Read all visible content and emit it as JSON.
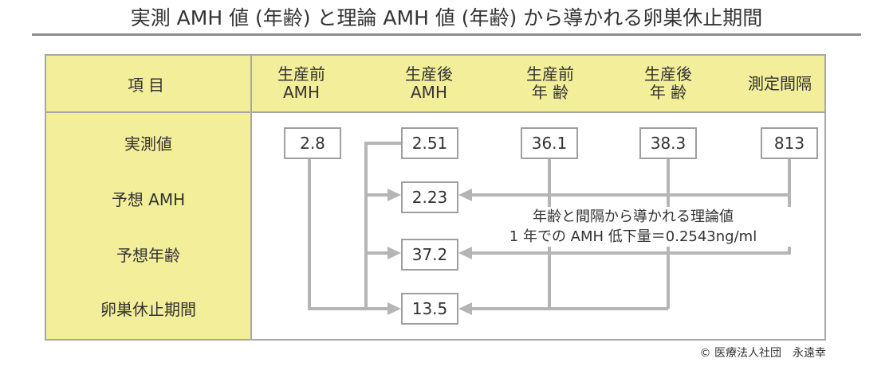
{
  "title": "実測 AMH 値 (年齢) と理論 AMH 値 (年齢) から導かれる卵巣休止期間",
  "header": {
    "item": "項目",
    "pre_amh": [
      "生産前",
      "AMH"
    ],
    "post_amh": [
      "生産後",
      "AMH"
    ],
    "pre_age": [
      "生産前",
      "年 齢"
    ],
    "post_age": [
      "生産後",
      "年 齢"
    ],
    "interval": "測定間隔"
  },
  "rows": {
    "measured": "実測値",
    "predicted_amh": "予想 AMH",
    "predicted_age": "予想年齢",
    "rest_period": "卵巣休止期間"
  },
  "values": {
    "pre_amh": "2.8",
    "post_amh": "2.51",
    "pre_age": "36.1",
    "post_age": "38.3",
    "interval": "813",
    "predicted_amh": "2.23",
    "predicted_age": "37.2",
    "rest_period": "13.5"
  },
  "note": [
    "年齢と間隔から導かれる理論値",
    "1 年での AMH 低下量＝0.2543ng/ml"
  ],
  "copyright": "© 医療法人社団　永遠幸",
  "colors": {
    "header_fill": "#f2ee99",
    "border": "#a7a7a7",
    "arrow": "#b5b5b5"
  }
}
